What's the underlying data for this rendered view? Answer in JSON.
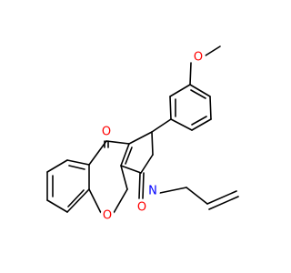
{
  "molecule": {
    "atoms": [
      {
        "id": "O_methoxy",
        "label": "O",
        "color": "#ff0000"
      },
      {
        "id": "O_ketone_upper",
        "label": "O",
        "color": "#ff0000"
      },
      {
        "id": "N_ring",
        "label": "N",
        "color": "#0000ff"
      },
      {
        "id": "O_ring",
        "label": "O",
        "color": "#ff0000"
      },
      {
        "id": "O_ketone_lower",
        "label": "O",
        "color": "#ff0000"
      }
    ],
    "bond_color": "#000000"
  }
}
